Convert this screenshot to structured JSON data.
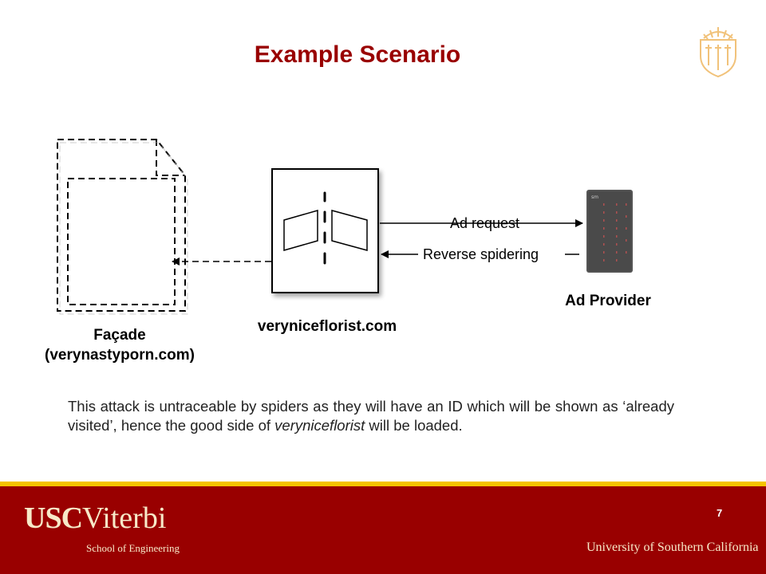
{
  "slide": {
    "title": "Example Scenario"
  },
  "diagram": {
    "facade_label_line1": "Façade",
    "facade_label_line2": "(verynastyporn.com)",
    "florist_label": "veryniceflorist.com",
    "provider_label": "Ad Provider",
    "ad_request_label": "Ad request",
    "reverse_spidering_label": "Reverse spidering",
    "server_badge": "sm"
  },
  "body": {
    "text_before": "This attack is untraceable by spiders as they will have an ID which will be shown as ‘already visited’, hence the good side of ",
    "text_italic": "veryniceflorist",
    "text_after": " will be loaded."
  },
  "footer": {
    "usc": "USC",
    "viterbi": "Viterbi",
    "school": "School of Engineering",
    "page_number": "7",
    "university": "University of Southern California"
  },
  "colors": {
    "brand_cardinal": "#990000",
    "brand_gold": "#f5c400"
  }
}
